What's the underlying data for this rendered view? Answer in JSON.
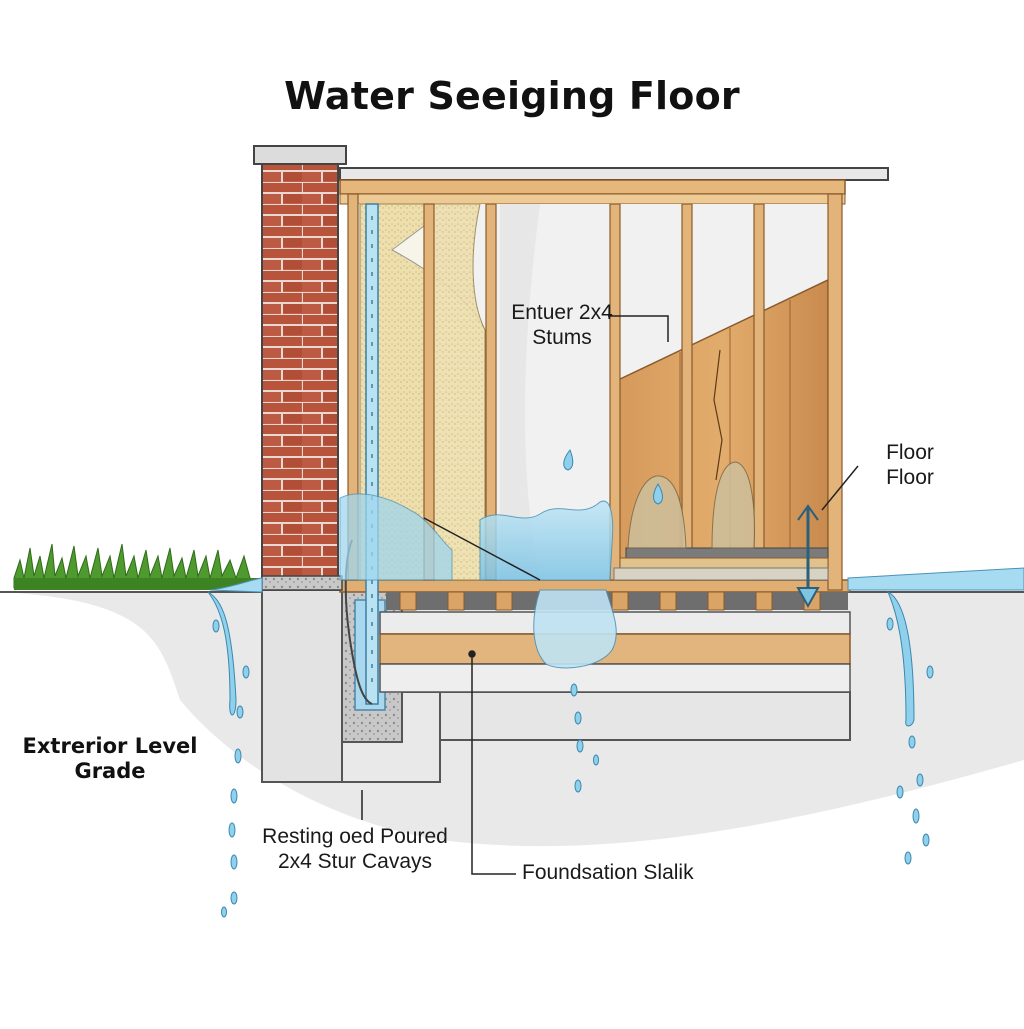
{
  "title": "Water Seeiging Floor",
  "labels": {
    "studs_line1": "Entuer 2x4",
    "studs_line2": "Stums",
    "floor_line1": "Floor",
    "floor_line2": "Floor",
    "grade_line1": "Extrerior Level",
    "grade_line2": "Grade",
    "cavity_line1": "Resting oed Poured",
    "cavity_line2": "2x4 Stur Cavays",
    "slab": "Foundsation Slalik"
  },
  "colors": {
    "brick": "#b5553d",
    "wood": "#e2b57e",
    "water": "#8fd0ec",
    "concrete": "#e6e6e6",
    "grass": "#4f9a2e"
  }
}
